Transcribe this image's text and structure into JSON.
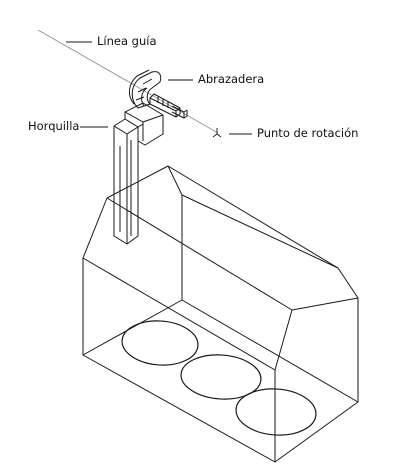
{
  "labels": {
    "guide_line": "Línea guía",
    "clamp": "Abrazadera",
    "yoke": "Horquilla",
    "rotation_point": "Punto de rotación"
  },
  "colors": {
    "stroke": "#1a1a1a",
    "guide": "#8a8a8a",
    "background": "#ffffff"
  }
}
